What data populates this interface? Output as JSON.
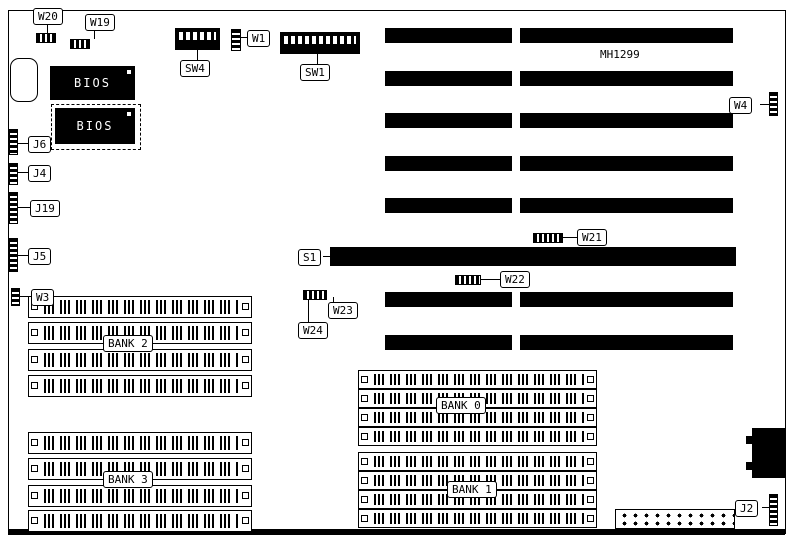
{
  "diagram": {
    "model_label": "MH1299",
    "chips": {
      "bios_top": "BIOS",
      "bios_bottom": "BIOS"
    },
    "switches": {
      "sw4": "SW4",
      "sw1": "SW1"
    },
    "jumpers": {
      "w1": "W1",
      "w3": "W3",
      "w4": "W4",
      "w19": "W19",
      "w20": "W20",
      "w21": "W21",
      "w22": "W22",
      "w23": "W23",
      "w24": "W24"
    },
    "connectors": {
      "j2": "J2",
      "j4": "J4",
      "j5": "J5",
      "j6": "J6",
      "j19": "J19",
      "s1": "S1"
    },
    "memory_banks": {
      "bank0": "BANK 0",
      "bank1": "BANK 1",
      "bank2": "BANK 2",
      "bank3": "BANK 3"
    }
  }
}
